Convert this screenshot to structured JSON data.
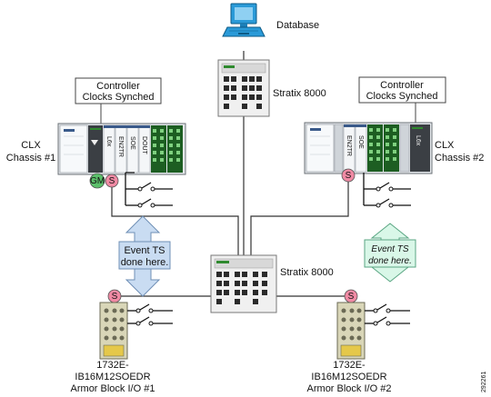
{
  "labels": {
    "database": "Database",
    "stratix_top": "Stratix 8000",
    "stratix_mid": "Stratix 8000",
    "callout_left_l1": "Controller",
    "callout_left_l2": "Clocks Synched",
    "callout_right_l1": "Controller",
    "callout_right_l2": "Clocks Synched",
    "clx1_l1": "CLX",
    "clx1_l2": "Chassis #1",
    "clx2_l1": "CLX",
    "clx2_l2": "Chassis #2",
    "event_left_l1": "Event TS",
    "event_left_l2": "done here.",
    "event_right_l1": "Event TS",
    "event_right_l2": "done here.",
    "armor1_l1": "1732E-",
    "armor1_l2": "IB16M12SOEDR",
    "armor1_l3": "Armor Block I/O #1",
    "armor2_l1": "1732E-",
    "armor2_l2": "IB16M12SOEDR",
    "armor2_l3": "Armor Block I/O #2",
    "figure_id": "292261"
  },
  "badges": {
    "gm": "GM",
    "s": "S"
  },
  "modules": {
    "clx1": [
      "L6x",
      "EN2TR",
      "SOE",
      "DOUT"
    ],
    "clx2": [
      "EN2TR",
      "SOE",
      "L6x"
    ]
  },
  "colors": {
    "gm_badge": "#5bbf6a",
    "s_badge": "#f08aa4",
    "event_left": "#c9dcf2",
    "event_right": "#d9f7e8",
    "io_green": "#2f8a2f",
    "monitor": "#1c7fb8"
  }
}
